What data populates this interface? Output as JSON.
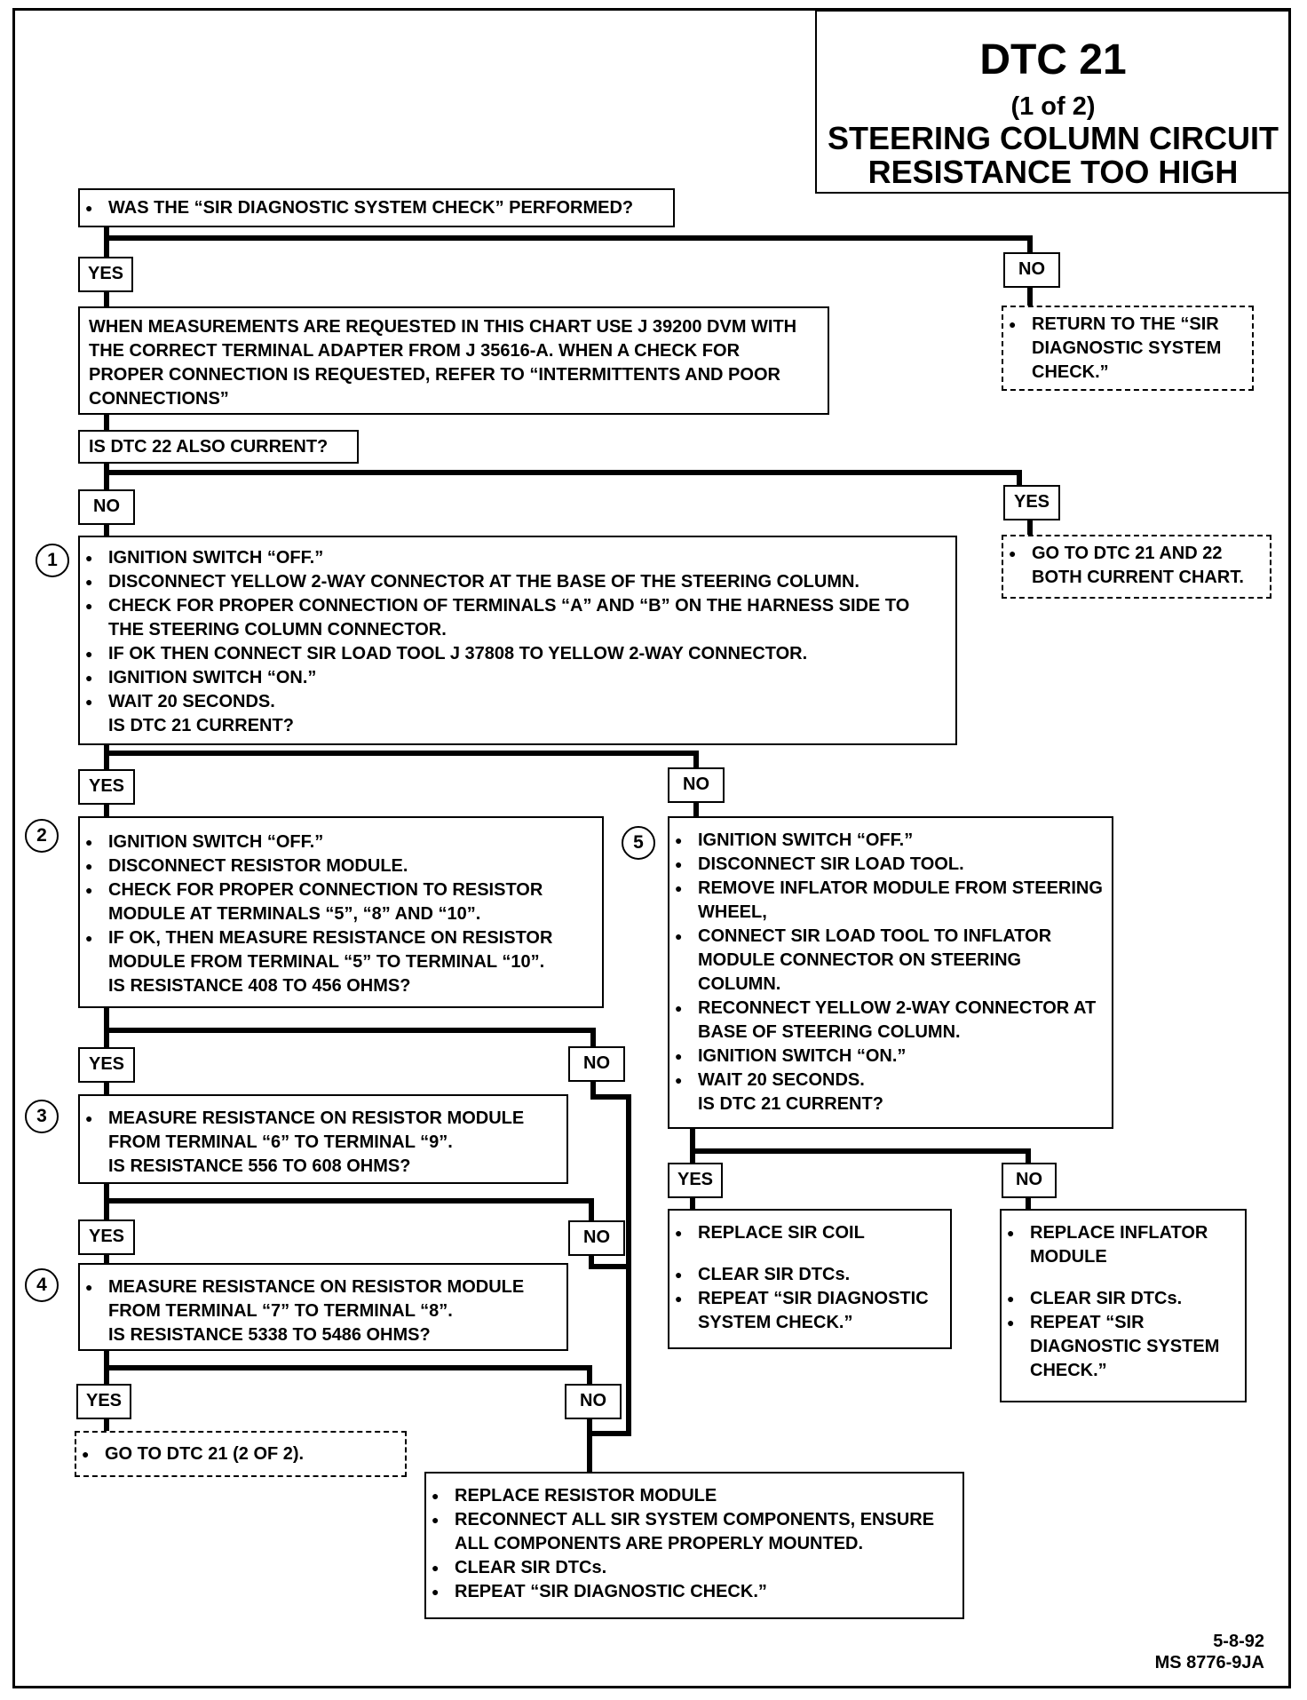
{
  "title": {
    "code": "DTC 21",
    "part": "(1 of 2)",
    "line1": "STEERING COLUMN CIRCUIT",
    "line2": "RESISTANCE TOO HIGH"
  },
  "q_check": "WAS THE “SIR DIAGNOSTIC SYSTEM CHECK” PERFORMED?",
  "labels": {
    "yes": "YES",
    "no": "NO"
  },
  "return_check": [
    "RETURN TO THE “SIR DIAGNOSTIC SYSTEM CHECK.”"
  ],
  "note": "WHEN MEASUREMENTS ARE REQUESTED IN THIS CHART USE J 39200 DVM WITH THE CORRECT TERMINAL ADAPTER FROM J 35616-A.  WHEN A CHECK FOR PROPER CONNECTION IS REQUESTED, REFER TO “INTERMITTENTS AND POOR CONNECTIONS”",
  "q_dtc22": "IS DTC 22 ALSO CURRENT?",
  "goto_both": [
    "GO TO DTC 21 AND 22 BOTH CURRENT CHART."
  ],
  "steps": [
    "1",
    "2",
    "3",
    "4",
    "5"
  ],
  "step1": [
    "IGNITION SWITCH “OFF.”",
    "DISCONNECT YELLOW 2-WAY CONNECTOR AT THE BASE OF THE STEERING COLUMN.",
    "CHECK FOR PROPER CONNECTION OF TERMINALS “A” AND “B” ON THE HARNESS SIDE TO THE STEERING COLUMN CONNECTOR.",
    "IF OK THEN CONNECT SIR LOAD TOOL J 37808 TO YELLOW 2-WAY CONNECTOR.",
    "IGNITION SWITCH “ON.”",
    "WAIT 20 SECONDS."
  ],
  "step1_q": "IS DTC 21 CURRENT?",
  "step2": [
    "IGNITION SWITCH “OFF.”",
    "DISCONNECT RESISTOR MODULE.",
    "CHECK FOR PROPER CONNECTION TO RESISTOR MODULE AT TERMINALS “5”, “8” AND “10”.",
    "IF OK, THEN MEASURE RESISTANCE ON RESISTOR MODULE FROM TERMINAL “5” TO TERMINAL “10”."
  ],
  "step2_q": "IS RESISTANCE 408 TO 456 OHMS?",
  "step3": [
    "MEASURE RESISTANCE ON RESISTOR MODULE FROM TERMINAL “6” TO TERMINAL “9”."
  ],
  "step3_q": "IS RESISTANCE 556 TO 608 OHMS?",
  "step4": [
    "MEASURE RESISTANCE ON RESISTOR MODULE FROM TERMINAL “7” TO TERMINAL “8”."
  ],
  "step4_q": "IS RESISTANCE 5338 TO 5486 OHMS?",
  "goto_2of2": [
    "GO TO DTC 21 (2 OF 2)."
  ],
  "step5": [
    "IGNITION SWITCH “OFF.”",
    "DISCONNECT SIR LOAD TOOL.",
    "REMOVE INFLATOR MODULE FROM STEERING WHEEL,",
    "CONNECT SIR LOAD TOOL TO INFLATOR MODULE CONNECTOR ON STEERING COLUMN.",
    "RECONNECT YELLOW 2-WAY CONNECTOR AT BASE OF STEERING COLUMN.",
    "IGNITION SWITCH “ON.”",
    "WAIT 20 SECONDS."
  ],
  "step5_q": "IS DTC 21 CURRENT?",
  "replace_coil": [
    "REPLACE SIR COIL",
    "CLEAR SIR DTCs.",
    "REPEAT “SIR DIAGNOSTIC SYSTEM CHECK.”"
  ],
  "replace_inflator": [
    "REPLACE INFLATOR MODULE",
    "CLEAR SIR DTCs.",
    "REPEAT “SIR DIAGNOSTIC SYSTEM CHECK.”"
  ],
  "replace_resistor": [
    "REPLACE RESISTOR MODULE",
    "RECONNECT ALL SIR SYSTEM COMPONENTS, ENSURE ALL COMPONENTS ARE PROPERLY MOUNTED.",
    "CLEAR SIR DTCs.",
    "REPEAT “SIR DIAGNOSTIC CHECK.”"
  ],
  "footer": {
    "date": "5-8-92",
    "code": "MS 8776-9JA"
  }
}
